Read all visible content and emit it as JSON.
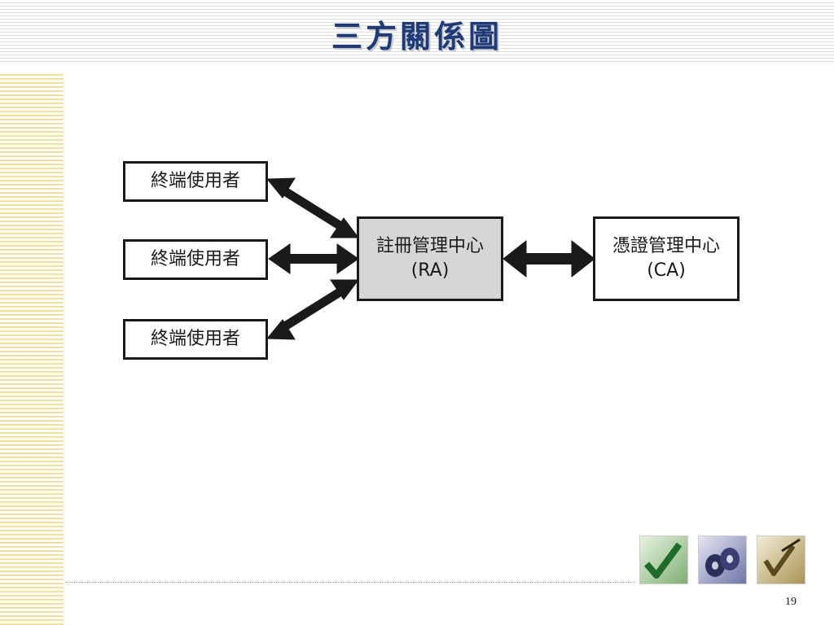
{
  "slide": {
    "title": "三方關係圖",
    "page_number": "19"
  },
  "diagram": {
    "end_users": [
      {
        "label": "終端使用者"
      },
      {
        "label": "終端使用者"
      },
      {
        "label": "終端使用者"
      }
    ],
    "ra": {
      "line1": "註冊管理中心",
      "line2": "(RA)"
    },
    "ca": {
      "line1": "憑證管理中心",
      "line2": "(CA)"
    }
  },
  "thumbnails": [
    {
      "icon": "green-checkmark-icon"
    },
    {
      "icon": "blue-discs-icon"
    },
    {
      "icon": "gold-pen-checkmark-icon"
    }
  ],
  "colors": {
    "title": "#1f3a78",
    "ra_fill": "#d6d6d6",
    "stroke": "#1a1a1a",
    "left_band": "#f0dfa0"
  }
}
